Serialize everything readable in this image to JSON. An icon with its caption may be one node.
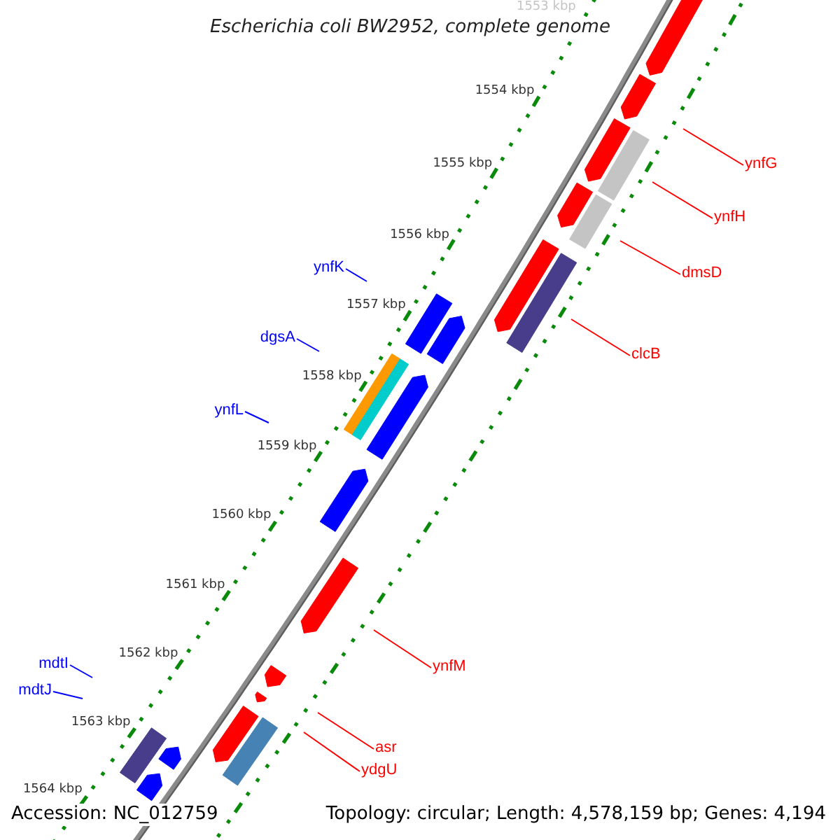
{
  "diagram": {
    "title": "Escherichia coli BW2952, complete genome",
    "nodes": [
      {
        "text": [
          "ynfG"
        ]
      },
      {
        "text": [
          "ynfH"
        ]
      },
      {
        "text": [
          "ynfK"
        ]
      },
      {
        "text": [
          "dmsD"
        ]
      },
      {
        "text": [
          "dgsA"
        ]
      },
      {
        "text": [
          "clcB"
        ]
      },
      {
        "text": [
          "ynfL"
        ]
      },
      {
        "text": [
          "ynfM"
        ]
      },
      {
        "text": [
          "mdtI"
        ]
      },
      {
        "text": [
          "mdtJ"
        ]
      },
      {
        "text": [
          "asr"
        ]
      },
      {
        "text": [
          "ydgU"
        ]
      }
    ],
    "edges": [
      {
        "from": 0,
        "to": null,
        "arrow": "none"
      },
      {
        "from": 1,
        "to": null,
        "arrow": "none"
      },
      {
        "from": 2,
        "to": null,
        "arrow": "none",
        "color": "#0000ff"
      },
      {
        "from": 3,
        "to": null,
        "arrow": "none"
      },
      {
        "from": 4,
        "to": null,
        "arrow": "none",
        "color": "#0000ff"
      },
      {
        "from": 5,
        "to": null,
        "arrow": "none"
      },
      {
        "from": 6,
        "to": null,
        "arrow": "none",
        "color": "#0000ff"
      },
      {
        "from": 7,
        "to": null,
        "arrow": "none"
      },
      {
        "from": 8,
        "to": null,
        "arrow": "none",
        "color": "#0000ff"
      },
      {
        "from": 9,
        "to": null,
        "arrow": "none",
        "color": "#0000ff"
      },
      {
        "from": 10,
        "to": null,
        "arrow": "none"
      },
      {
        "from": 11,
        "to": null,
        "arrow": "none"
      }
    ],
    "labels": [
      "1553 kbp",
      "1554 kbp",
      "1555 kbp",
      "1556 kbp",
      "1557 kbp",
      "1558 kbp",
      "1559 kbp",
      "1560 kbp",
      "1561 kbp",
      "1562 kbp",
      "1563 kbp",
      "1564 kbp",
      "Accession: NC_012759",
      "Topology: circular; Length: 4,578,159 bp; Genes: 4,194"
    ]
  }
}
